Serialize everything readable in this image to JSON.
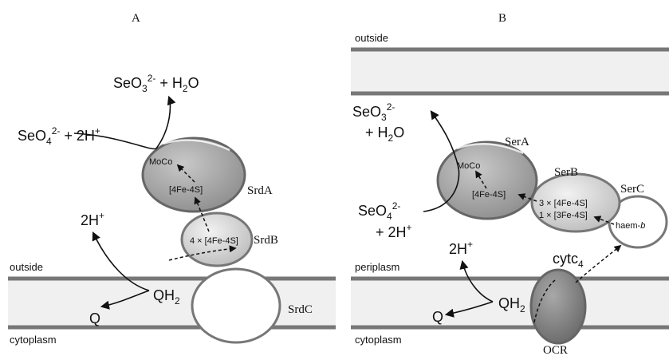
{
  "panels": {
    "A": {
      "label": "A",
      "region_outside": "outside",
      "region_cytoplasm": "cytoplasm",
      "reaction_product_main": "SeO",
      "reaction_product_sub": "3",
      "reaction_product_sup": "2-",
      "reaction_product_rest": " + H",
      "reaction_product_h2o_sub": "2",
      "reaction_product_o": "O",
      "substrate_main": "SeO",
      "substrate_sub": "4",
      "substrate_sup": "2-",
      "substrate_rest": "  + 2H",
      "substrate_plus_sup": "+",
      "proton_main": "2H",
      "proton_sup": "+",
      "quinol_main": "QH",
      "quinol_sub": "2",
      "quinone": "Q",
      "cofactor_moco": "MoCo",
      "cofactor_4fe4s": "[4Fe-4S]",
      "cofactor_4x": "4 × [4Fe-4S]",
      "subunit_a": "SrdA",
      "subunit_b": "SrdB",
      "subunit_c": "SrdC"
    },
    "B": {
      "label": "B",
      "region_outside": "outside",
      "region_periplasm": "periplasm",
      "region_cytoplasm": "cytoplasm",
      "product_main": "SeO",
      "product_sub": "3",
      "product_sup": "2-",
      "product_line2_main": "+ H",
      "product_line2_sub": "2",
      "product_line2_o": "O",
      "substrate_main": "SeO",
      "substrate_sub": "4",
      "substrate_sup": "2-",
      "substrate_line2_main": "+ 2H",
      "substrate_line2_sup": "+",
      "proton_main": "2H",
      "proton_sup": "+",
      "quinol_main": "QH",
      "quinol_sub": "2",
      "quinone": "Q",
      "cytc_main": "cytc",
      "cytc_sub": "4",
      "cofactor_moco": "MoCo",
      "cofactor_4fe4s": "[4Fe-4S]",
      "cofactor_3x": "3 × [4Fe-4S]",
      "cofactor_1x": "1 × [3Fe-4S]",
      "haem_main": "haem-",
      "haem_italic": "b",
      "subunit_a": "SerA",
      "subunit_b": "SerB",
      "subunit_c": "SerC",
      "subunit_ocr": "OCR"
    }
  },
  "colors": {
    "membrane_band": "#f0f0f0",
    "membrane_line": "#777777",
    "serA_fill": "#a9a9a9",
    "serB_fill": "#d4d4d4",
    "ocr_fill": "#8a8a8a",
    "text": "#111111"
  }
}
